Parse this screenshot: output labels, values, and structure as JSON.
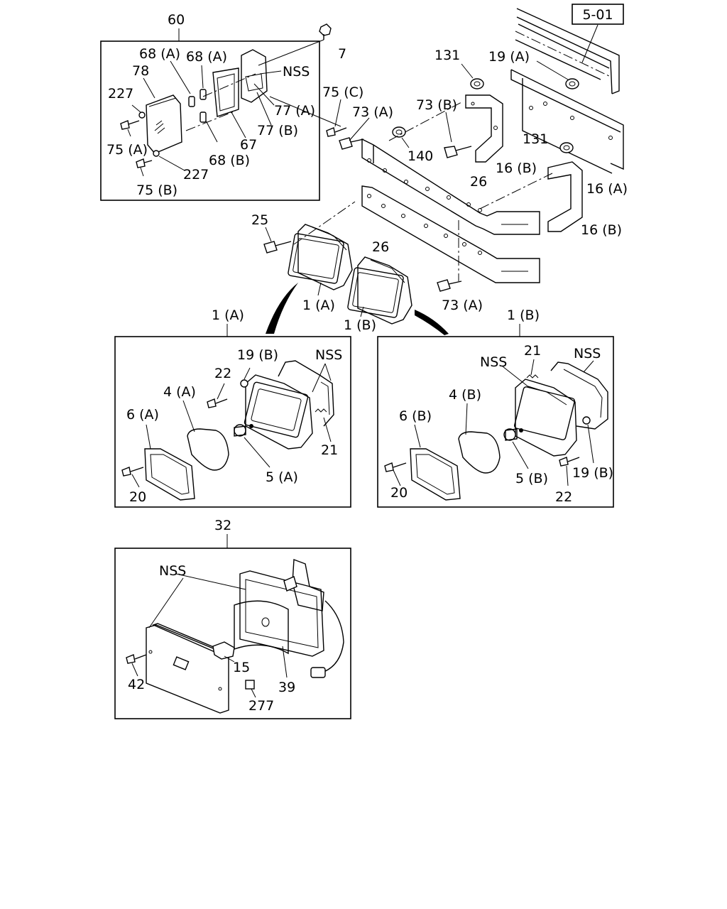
{
  "page_ref": "5-01",
  "labels": {
    "l60": "60",
    "l7": "7",
    "l68a1": "68 (A)",
    "l68a2": "68 (A)",
    "nss_top": "NSS",
    "l78": "78",
    "l227a": "227",
    "l75c": "75 (C)",
    "l77a": "77 (A)",
    "l77b": "77 (B)",
    "l75a": "75 (A)",
    "l67": "67",
    "l68b": "68 (B)",
    "l227b": "227",
    "l75b": "75 (B)",
    "l131a": "131",
    "l19a": "19 (A)",
    "l73b": "73 (B)",
    "l73a1": "73 (A)",
    "l140": "140",
    "l16b1": "16 (B)",
    "l131b": "131",
    "l16a": "16 (A)",
    "l26a": "26",
    "l25": "25",
    "l26b": "26",
    "l16b2": "16 (B)",
    "l1a_part": "1 (A)",
    "l1b_part": "1 (B)",
    "l73a2": "73 (A)",
    "l1a_box": "1 (A)",
    "l1b_box": "1 (B)",
    "a19b": "19 (B)",
    "a_nss": "NSS",
    "a22": "22",
    "a4a": "4 (A)",
    "a6a": "6 (A)",
    "a21": "21",
    "a5a": "5 (A)",
    "a20": "20",
    "b_nss1": "NSS",
    "b21": "21",
    "b_nss2": "NSS",
    "b4b": "4 (B)",
    "b6b": "6 (B)",
    "b20": "20",
    "b5b": "5 (B)",
    "b19b": "19 (B)",
    "b22": "22",
    "l32": "32",
    "c_nss": "NSS",
    "c15": "15",
    "c42": "42",
    "c39": "39",
    "c277": "277"
  }
}
